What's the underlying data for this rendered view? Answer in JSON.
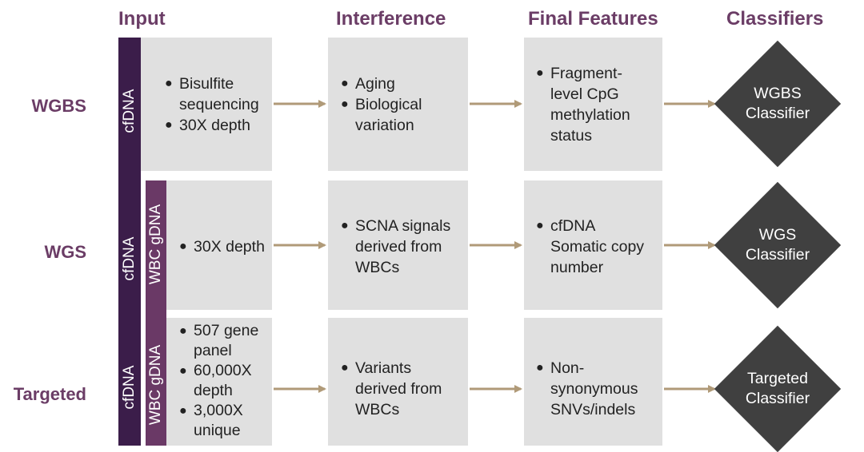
{
  "headers": {
    "input": "Input",
    "interference": "Interference",
    "final_features": "Final Features",
    "classifiers": "Classifiers"
  },
  "rows": {
    "wgbs": {
      "label": "WGBS",
      "input_items": [
        "Bisulfite sequencing",
        "30X depth"
      ],
      "interference_items": [
        "Aging",
        "Biological variation"
      ],
      "feature_items": [
        "Fragment-level CpG methylation status"
      ],
      "classifier": [
        "WGBS",
        "Classifier"
      ]
    },
    "wgs": {
      "label": "WGS",
      "input_items": [
        "30X depth"
      ],
      "interference_items": [
        "SCNA signals derived from WBCs"
      ],
      "feature_items": [
        "cfDNA Somatic copy number"
      ],
      "classifier": [
        "WGS",
        "Classifier"
      ]
    },
    "targeted": {
      "label": "Targeted",
      "input_items": [
        "507 gene panel",
        "60,000X depth",
        "3,000X unique"
      ],
      "interference_items": [
        "Variants derived from WBCs"
      ],
      "feature_items": [
        "Non-synonymous SNVs/indels"
      ],
      "classifier": [
        "Targeted",
        "Classifier"
      ]
    }
  },
  "bars": {
    "cfdna": "cfDNA",
    "wbc_gdna": "WBC gDNA"
  },
  "colors": {
    "header_purple": "#6b3d66",
    "bar_dark": "#3b1d4a",
    "bar_mid": "#6a3966",
    "box_gray": "#e0e0e0",
    "arrow_tan": "#b09a78",
    "diamond_gray": "#404040"
  }
}
